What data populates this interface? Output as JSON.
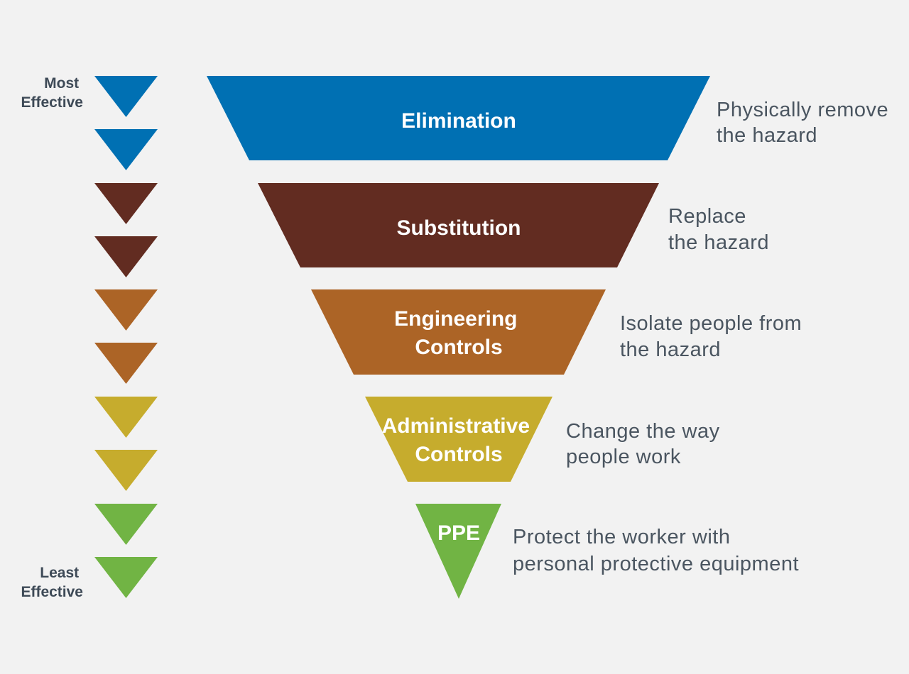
{
  "scale": {
    "top_label": [
      "Most",
      "Effective"
    ],
    "bottom_label": [
      "Least",
      "Effective"
    ]
  },
  "tiers": [
    {
      "name": "elimination",
      "label": [
        "Elimination"
      ],
      "description": [
        "Physically remove",
        "the hazard"
      ],
      "color": "#0070b3"
    },
    {
      "name": "substitution",
      "label": [
        "Substitution"
      ],
      "description": [
        "Replace",
        "the hazard"
      ],
      "color": "#622c21"
    },
    {
      "name": "engineering-controls",
      "label": [
        "Engineering",
        "Controls"
      ],
      "description": [
        "Isolate people from",
        "the hazard"
      ],
      "color": "#ac6426"
    },
    {
      "name": "administrative-controls",
      "label": [
        "Administrative",
        "Controls"
      ],
      "description": [
        "Change the way",
        "people work"
      ],
      "color": "#c6ac2d"
    },
    {
      "name": "ppe",
      "label": [
        "PPE"
      ],
      "description": [
        "Protect the worker with",
        "personal protective equipment"
      ],
      "color": "#71b444"
    }
  ]
}
